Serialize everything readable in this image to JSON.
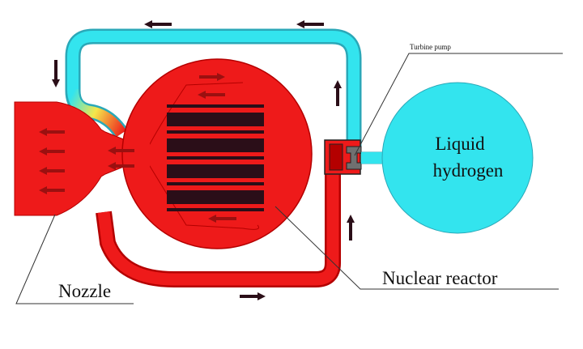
{
  "title": "Nuclear thermal rocket schematic",
  "labels": {
    "turbine_pump": "Turbine pump",
    "tank_line1": "Liquid",
    "tank_line2": "hydrogen",
    "nozzle": "Nozzle",
    "reactor": "Nuclear reactor"
  },
  "colors": {
    "hot": "#ee1a1a",
    "hot_dark": "#a00000",
    "cold": "#33e4ee",
    "cold_stroke": "#2aa8b8",
    "heated": "#f5e64a",
    "fuel": "#2b0e18",
    "arrow": "#2b0e18",
    "pump": "#666666",
    "line": "#333333",
    "background": "#ffffff"
  },
  "icons": [
    "flow-arrow-icon"
  ]
}
